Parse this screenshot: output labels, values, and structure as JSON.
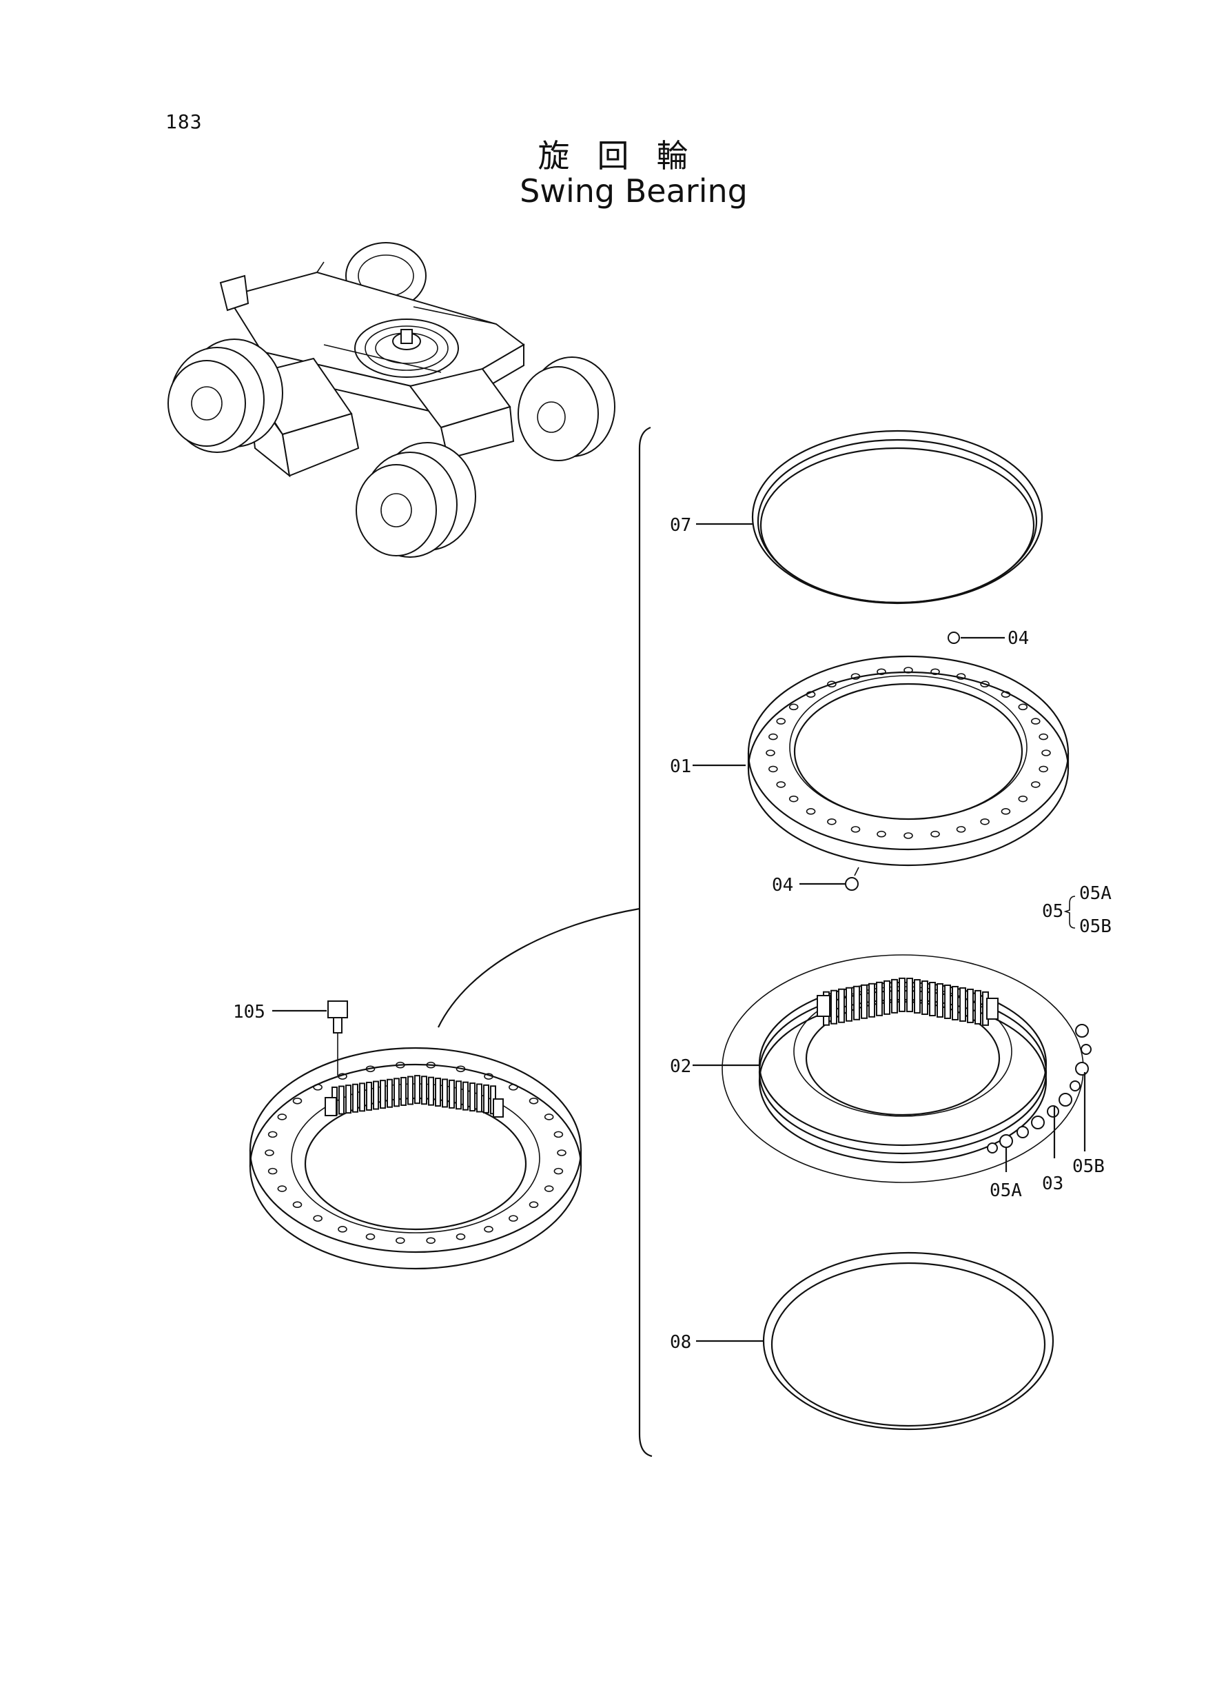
{
  "page_number": "183",
  "title_jp": "旋回輪",
  "title_en": "Swing Bearing",
  "callouts": {
    "p07": "07",
    "p04_top": "04",
    "p01": "01",
    "p04_bottom": "04",
    "p05": "05",
    "p05A": "05A",
    "p05B": "05B",
    "p02": "02",
    "p05A_low": "05A",
    "p03": "03",
    "p05B_low": "05B",
    "p08": "08",
    "p105": "105"
  }
}
